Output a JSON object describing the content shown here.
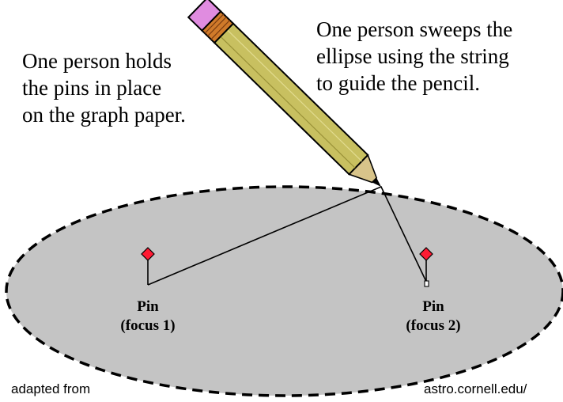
{
  "captions": {
    "holder": [
      "One person holds",
      "the pins in place",
      "on the graph paper."
    ],
    "sweeper": [
      "One person sweeps the",
      "ellipse using the string",
      "to guide the pencil."
    ]
  },
  "pins": [
    {
      "label": "Pin",
      "focus": "(focus 1)"
    },
    {
      "label": "Pin",
      "focus": "(focus 2)"
    }
  ],
  "credits": {
    "left": "adapted from",
    "right": "astro.cornell.edu/"
  },
  "colors": {
    "ellipse_fill": "#c4c4c4",
    "ellipse_outline": "#000000",
    "pin_head": "#ff1a33",
    "pencil_body": "#c8c060",
    "pencil_eraser": "#e08ce0",
    "pencil_ferrule": "#d07a2a",
    "pencil_wood": "#d8c48a",
    "string": "#000000"
  },
  "icons": [
    "pencil-icon",
    "pin-icon"
  ]
}
